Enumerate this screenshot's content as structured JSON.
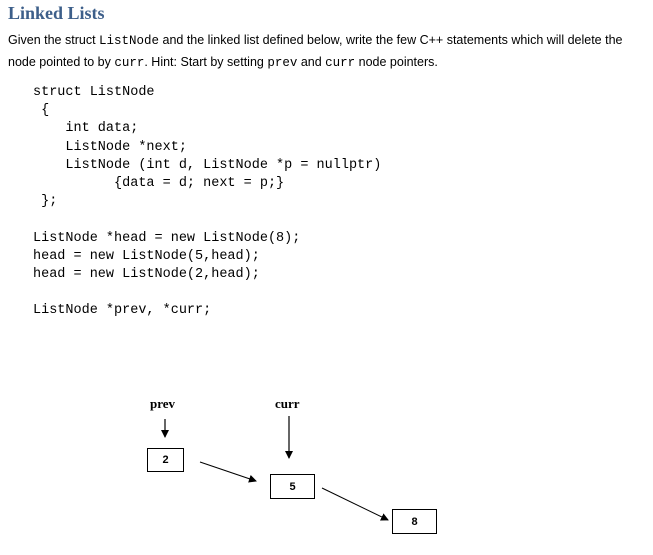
{
  "title": "Linked Lists",
  "prompt": {
    "p1": "Given the struct ",
    "c1": "ListNode",
    "p2": " and the linked list defined below, write the few C++ statements which will delete the node pointed to by ",
    "c2": "curr",
    "p3": ".  Hint: Start by setting ",
    "c3": "prev",
    "p4": " and ",
    "c4": "curr",
    "p5": " node pointers."
  },
  "code": "struct ListNode\n {\n    int data;\n    ListNode *next;\n    ListNode (int d, ListNode *p = nullptr)\n          {data = d; next = p;}\n };\n\nListNode *head = new ListNode(8);\nhead = new ListNode(5,head);\nhead = new ListNode(2,head);\n\nListNode *prev, *curr;",
  "diagram": {
    "prev_label": "prev",
    "curr_label": "curr",
    "nodes": [
      "2",
      "5",
      "8"
    ]
  }
}
